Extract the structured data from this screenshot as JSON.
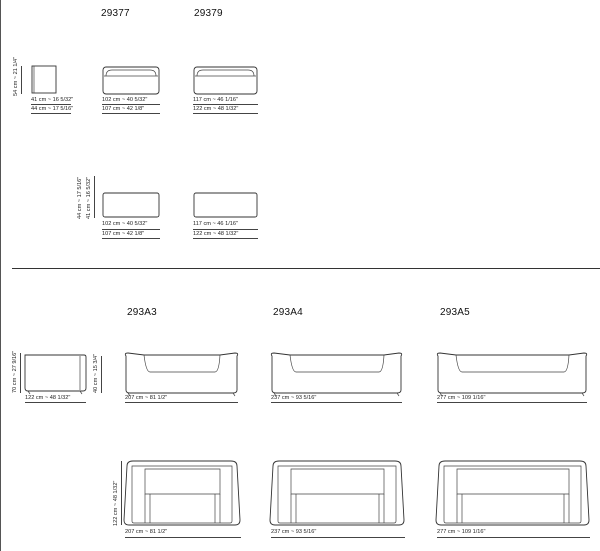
{
  "top_codes": {
    "a": "29377",
    "b": "29379"
  },
  "bottom_codes": {
    "a": "293A3",
    "b": "293A4",
    "c": "293A5"
  },
  "top": {
    "side_height": "54 cm ~ 21 1/4\"",
    "side_w1": "41 cm ~ 16 5/32\"",
    "side_w2": "44 cm ~ 17 5/16\"",
    "r1_a_w1": "102 cm ~ 40 5/32\"",
    "r1_a_w2": "107 cm ~ 42 1/8\"",
    "r1_b_w1": "117 cm ~ 46 1/16\"",
    "r1_b_w2": "122 cm ~ 48 1/32\"",
    "r2_h1": "44 cm ~ 17 5/16\"",
    "r2_h2": "41 cm ~ 16 5/32\"",
    "r2_a_w1": "102 cm ~ 40 5/32\"",
    "r2_a_w2": "107 cm ~ 42 1/8\"",
    "r2_b_w1": "117 cm ~ 46 1/16\"",
    "r2_b_w2": "122 cm ~ 48 1/32\""
  },
  "bottom": {
    "side_height": "70 cm ~ 27 9/16\"",
    "side_width": "122 cm ~ 48 1/32\"",
    "seat_height": "40 cm ~ 15 3/4\"",
    "a3_width": "207 cm ~ 81 1/2\"",
    "a4_width": "237 cm ~ 93 5/16\"",
    "a5_width": "277 cm ~ 109 1/16\"",
    "plan_depth": "122 cm ~ 48 1/32\"",
    "a3_plan_width": "207 cm ~ 81 1/2\"",
    "a4_plan_width": "237 cm ~ 93 5/16\"",
    "a5_plan_width": "277 cm ~ 109 1/16\""
  }
}
